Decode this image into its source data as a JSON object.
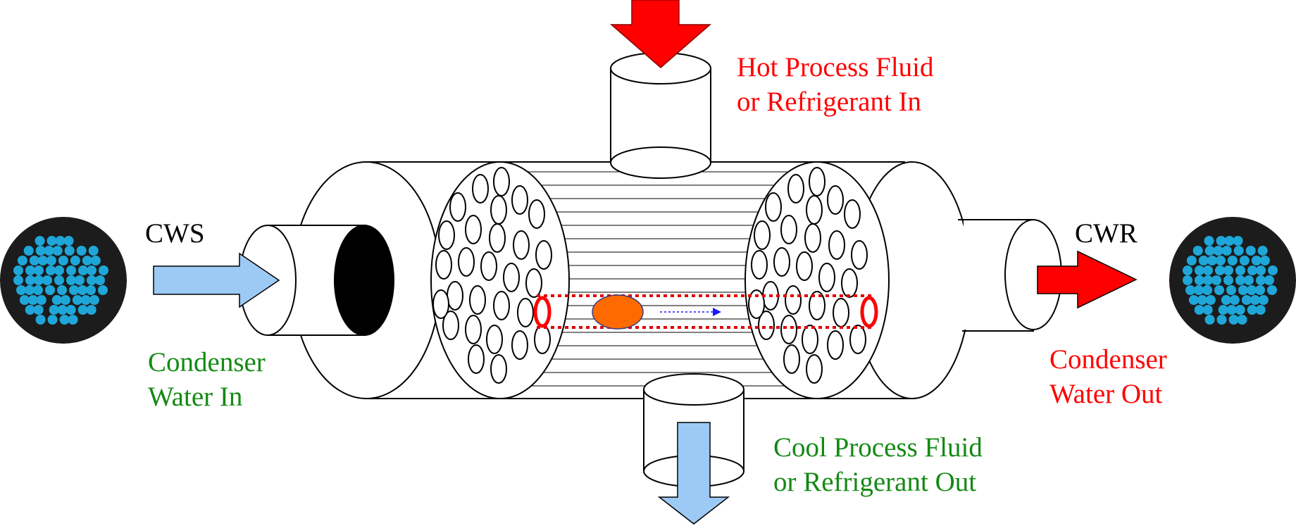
{
  "labels": {
    "cws": "CWS",
    "cwr": "CWR",
    "hot_in_line1": "Hot Process Fluid",
    "hot_in_line2": "or Refrigerant In",
    "cool_out_line1": "Cool Process Fluid",
    "cool_out_line2": "or Refrigerant Out",
    "cond_in_line1": "Condenser",
    "cond_in_line2": "Water In",
    "cond_out_line1": "Condenser",
    "cond_out_line2": "Water Out"
  },
  "colors": {
    "hot": "#ff0000",
    "cool_text": "#138a13",
    "cool_arrow": "#9dc9f5",
    "black_text": "#000000",
    "particle": "#ff6a00",
    "ball": "#1fa6d8",
    "ball_dish": "#1c1c1c",
    "flow_arrow": "#1a1aff"
  },
  "icons": {
    "left_balls": "cleaning-balls-icon",
    "right_balls": "cleaning-balls-icon"
  }
}
